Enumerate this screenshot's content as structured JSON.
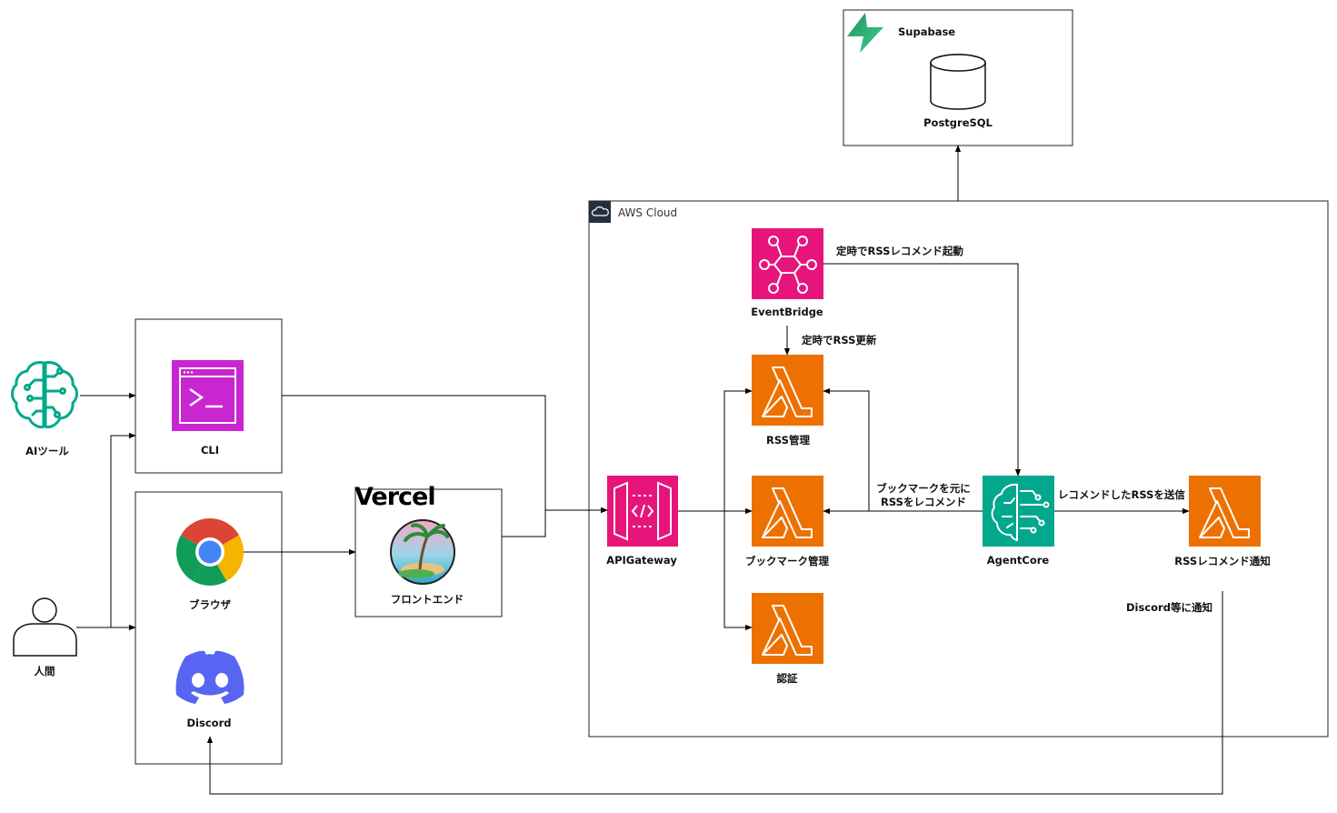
{
  "diagram": {
    "supabase": {
      "title": "Supabase",
      "db_label": "PostgreSQL",
      "brand_color": "#3ECF8E"
    },
    "aws": {
      "title": "AWS Cloud"
    },
    "vercel": {
      "title": "Vercel",
      "frontend_label": "フロントエンド"
    },
    "nodes": {
      "ai_tool": "AIツール",
      "human": "人間",
      "cli": "CLI",
      "browser": "ブラウザ",
      "discord": "Discord",
      "apigateway": "APIGateway",
      "eventbridge": "EventBridge",
      "rss_manage": "RSS管理",
      "bookmark_manage": "ブックマーク管理",
      "auth": "認証",
      "agentcore": "AgentCore",
      "rss_notify": "RSSレコメンド通知"
    },
    "edge_labels": {
      "eventbridge_to_agentcore": "定時でRSSレコメンド起動",
      "eventbridge_to_rss": "定時でRSS更新",
      "agentcore_to_lambdas_line1": "ブックマークを元に",
      "agentcore_to_lambdas_line2": "RSSをレコメンド",
      "agentcore_to_notify": "レコメンドしたRSSを送信",
      "notify_to_discord": "Discord等に通知"
    },
    "colors": {
      "lambda": "#ED7100",
      "pink": "#E7157B",
      "cli": "#C925D1",
      "agentcore": "#01A88D",
      "discord": "#5865F2"
    }
  }
}
